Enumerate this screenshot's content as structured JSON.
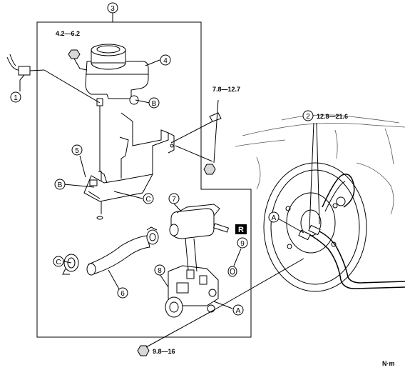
{
  "callouts": {
    "c1": "1",
    "c2": "2",
    "c3": "3",
    "c4": "4",
    "c5": "5",
    "c6": "6",
    "c7": "7",
    "c8": "8",
    "c9": "9",
    "a_upper": "A",
    "a_lower": "A",
    "b_upper": "B",
    "b_lower": "B",
    "c_upper": "C",
    "c_lower": "C"
  },
  "torques": {
    "cap_nut": "4.2—6.2",
    "bracket_bolt": "7.8—12.7",
    "brake_pipe": "12.8—21.6",
    "mount_nut": "9.8—16"
  },
  "marks": {
    "r_badge": "R"
  },
  "unit": "N·m"
}
